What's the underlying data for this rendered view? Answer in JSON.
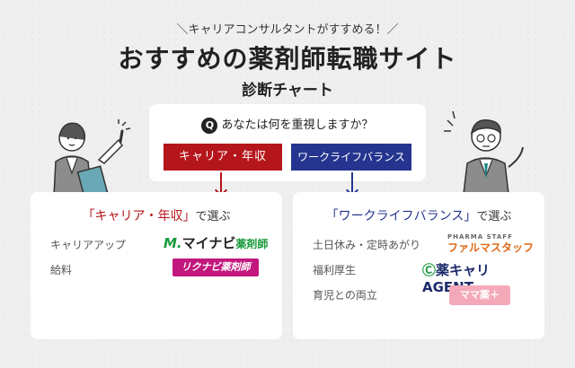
{
  "header": {
    "tagline": "＼キャリアコンサルタントがすすめる！／",
    "title": "おすすめの薬剤師転職サイト",
    "subtitle": "診断チャート"
  },
  "question": {
    "mark": "Q",
    "text": "あなたは何を重視しますか？"
  },
  "options": {
    "career": "キャリア・年収",
    "wlb": "ワークライフバランス"
  },
  "career_card": {
    "head_highlight": "「キャリア・年収」",
    "head_suffix": "で選ぶ",
    "rows": [
      "キャリアアップ",
      "給料"
    ],
    "logos": {
      "mynavi_icon": "M.",
      "mynavi_name": "マイナビ",
      "mynavi_suffix": "薬剤師",
      "riku": "リクナビ薬剤師"
    }
  },
  "wlb_card": {
    "head_highlight": "「ワークライフバランス」",
    "head_suffix": "で選ぶ",
    "rows": [
      "土日休み・定時あがり",
      "福利厚生",
      "育児との両立"
    ],
    "logos": {
      "pharma_top": "PHARMA STAFF",
      "pharma_name": "ファルマスタッフ",
      "yaku_icon": "Ⓒ",
      "yaku_name": "薬キャリ",
      "yaku_suffix": "AGENT",
      "mama": "ママ薬＋"
    }
  },
  "colors": {
    "career": "#b5161b",
    "wlb": "#25358f"
  }
}
